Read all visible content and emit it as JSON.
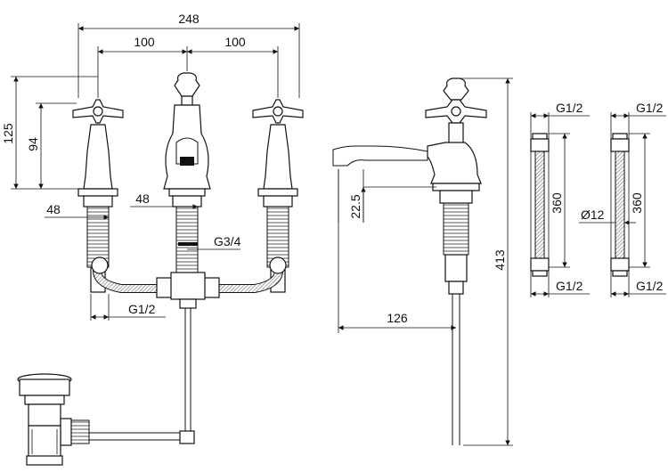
{
  "dimensions": {
    "overall_width": "248",
    "spread_left": "100",
    "spread_right": "100",
    "handle_height": "125",
    "handle_height_inner": "94",
    "shank_left": "48",
    "shank_center": "48",
    "spout_thread": "G3/4",
    "hose_connector": "G1/2",
    "spout_clearance": "22.5",
    "spout_reach": "126",
    "total_height": "413",
    "hose_a_top": "G1/2",
    "hose_a_length": "360",
    "hose_a_bottom": "G1/2",
    "hose_b_top": "G1/2",
    "hose_b_length": "360",
    "hose_b_diameter": "Ø12",
    "hose_b_bottom": "G1/2"
  }
}
